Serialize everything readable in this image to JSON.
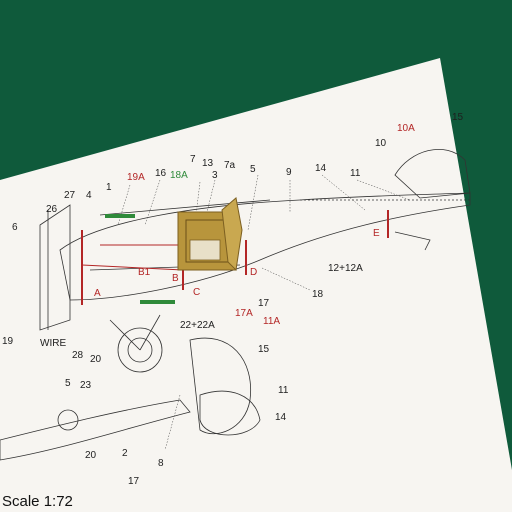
{
  "scene": {
    "description_colors": {
      "mat": "#0f5a3b",
      "paper": "#f7f5f1",
      "ink": "#1e1e1e",
      "red_mark": "#b32626",
      "green_mark": "#2f8a3a",
      "brass": "#b8953c"
    }
  },
  "caption": "Scale 1:72",
  "labels": {
    "l_10A": "10A",
    "l_15a": "15",
    "l_10": "10",
    "l_19A": "19A",
    "l_16": "16",
    "l_18A": "18A",
    "l_7": "7",
    "l_13": "13",
    "l_3": "3",
    "l_7a": "7a",
    "l_5a": "5",
    "l_9": "9",
    "l_14a": "14",
    "l_11a": "11",
    "l_27": "27",
    "l_4": "4",
    "l_1": "1",
    "l_26": "26",
    "l_6": "6",
    "l_A": "A",
    "l_B1": "B1",
    "l_B": "B",
    "l_C": "C",
    "l_D": "D",
    "l_E": "E",
    "l_12_12A": "12+12A",
    "l_18": "18",
    "l_17a": "17",
    "l_17A": "17A",
    "l_22_22A": "22+22A",
    "l_11A": "11A",
    "l_WIRE": "WIRE",
    "l_28": "28",
    "l_20a": "20",
    "l_19": "19",
    "l_5b": "5",
    "l_23": "23",
    "l_15b": "15",
    "l_11b": "11",
    "l_14b": "14",
    "l_2": "2",
    "l_20b": "20",
    "l_8": "8",
    "l_17b": "17"
  }
}
